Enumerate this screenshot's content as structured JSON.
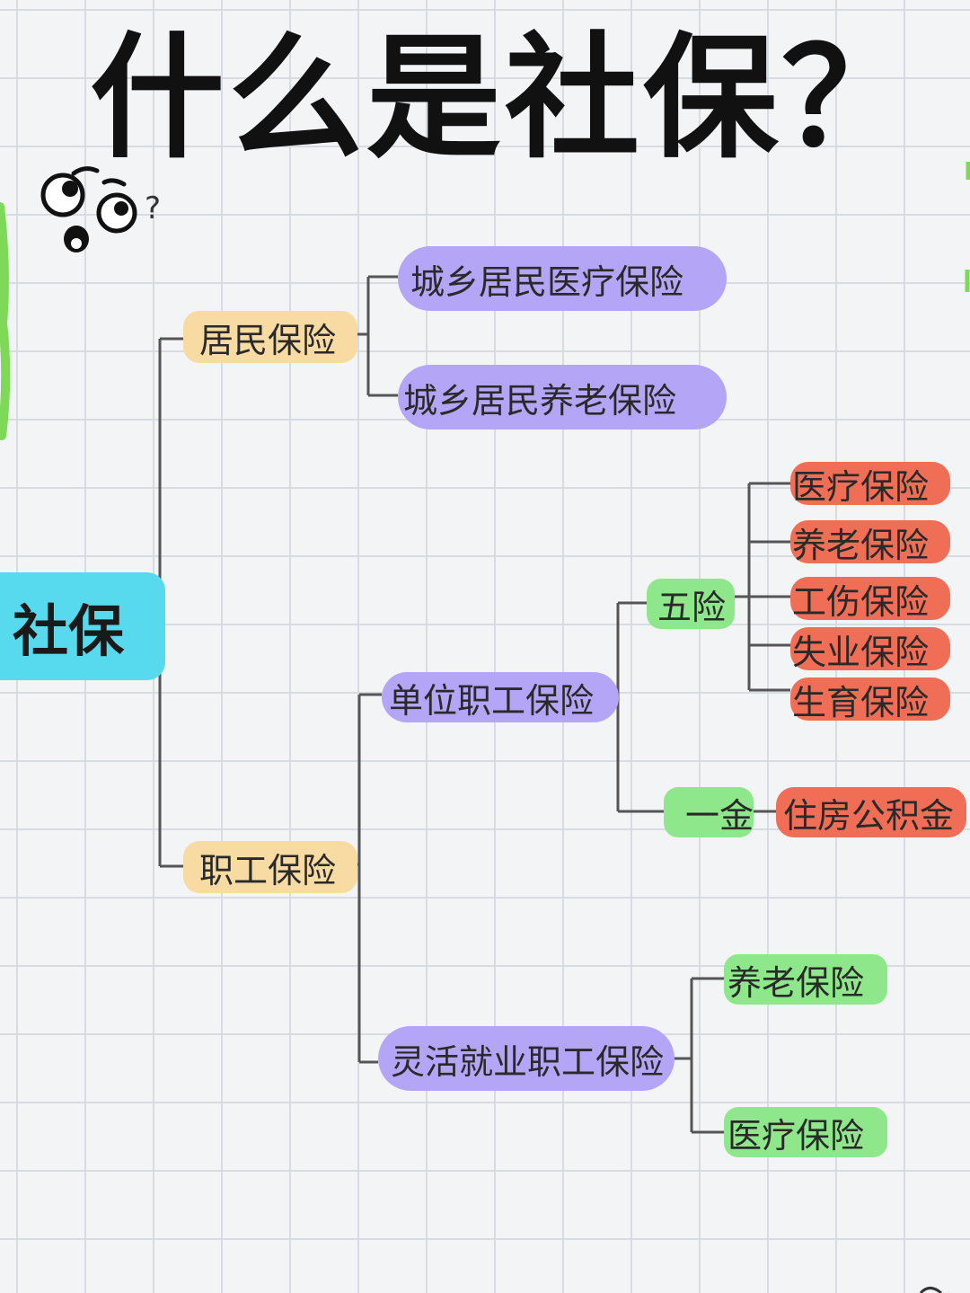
{
  "title": "什么是社保？",
  "deco_question_mark": "?",
  "nodes": {
    "root": "社保",
    "resident_insurance": "居民保险",
    "urban_rural_medical": "城乡居民医疗保险",
    "urban_rural_pension": "城乡居民养老保险",
    "employee_insurance": "职工保险",
    "unit_employee_insurance": "单位职工保险",
    "five_insurances": "五险",
    "medical": "医疗保险",
    "pension": "养老保险",
    "work_injury": "工伤保险",
    "unemployment": "失业保险",
    "maternity": "生育保险",
    "one_fund": "一金",
    "housing_fund": "住房公积金",
    "flexible_employee_insurance": "灵活就业职工保险",
    "flex_pension": "养老保险",
    "flex_medical": "医疗保险"
  },
  "colors": {
    "level1": "#f8dba3",
    "level2": "#b4a5f6",
    "level3": "#8ee88b",
    "leaf": "#f06d56",
    "root": "#57d9ee",
    "connector": "#555555"
  }
}
